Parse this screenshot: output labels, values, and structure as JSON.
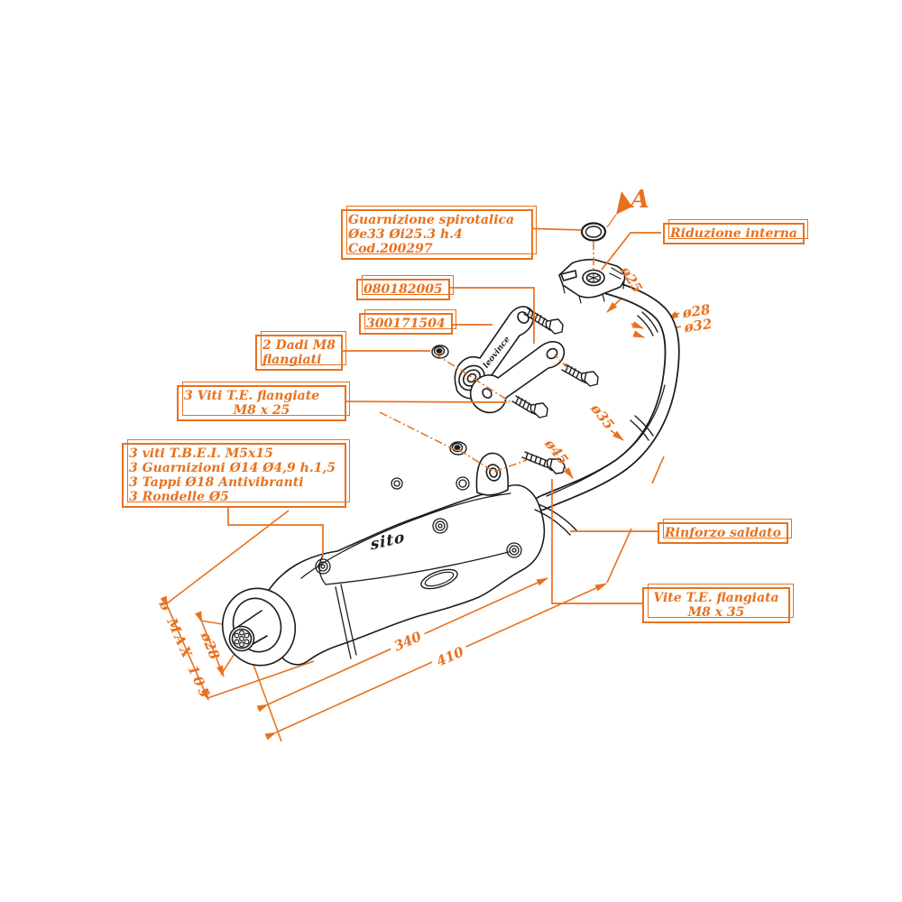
{
  "callouts": {
    "guarnizione": {
      "line1": "Guarnizione spirotalica",
      "line2": "Øe33 Øi25.3 h.4",
      "line3": "Cod.200297"
    },
    "part_top": "080182005",
    "part_mid": "300171504",
    "dadi": {
      "line1": "2 Dadi M8",
      "line2": "flangiati"
    },
    "viti_te": {
      "line1": "3 Viti T.E. flangiate",
      "line2": "M8 x 25"
    },
    "viti_tbei": {
      "line1": "3 viti T.B.E.I. M5x15",
      "line2": "3 Guarnizioni Ø14 Ø4,9 h.1,5",
      "line3": "3 Tappi Ø18 Antivibranti",
      "line4": "3 Rondelle Ø5"
    },
    "riduzione": "Riduzione interna",
    "rinforzo": "Rinforzo saldato",
    "vite_te": {
      "line1": "Vite T.E. flangiata",
      "line2": "M8 x 35"
    }
  },
  "dimensions": {
    "d25": "ø25",
    "d28_right": "ø28",
    "d32_right": "ø32",
    "d35": "ø35",
    "d45": "ø45",
    "d_max": "ø MAX 105",
    "d28_tip": "ø28",
    "len_340": "340",
    "len_410": "410"
  },
  "view_label": "A",
  "logos": {
    "muffler_logo": "sito",
    "bracket_logo": "leovince"
  },
  "colors": {
    "accent": "#E8711E",
    "line": "#1c1c1c",
    "background": "#ffffff"
  }
}
